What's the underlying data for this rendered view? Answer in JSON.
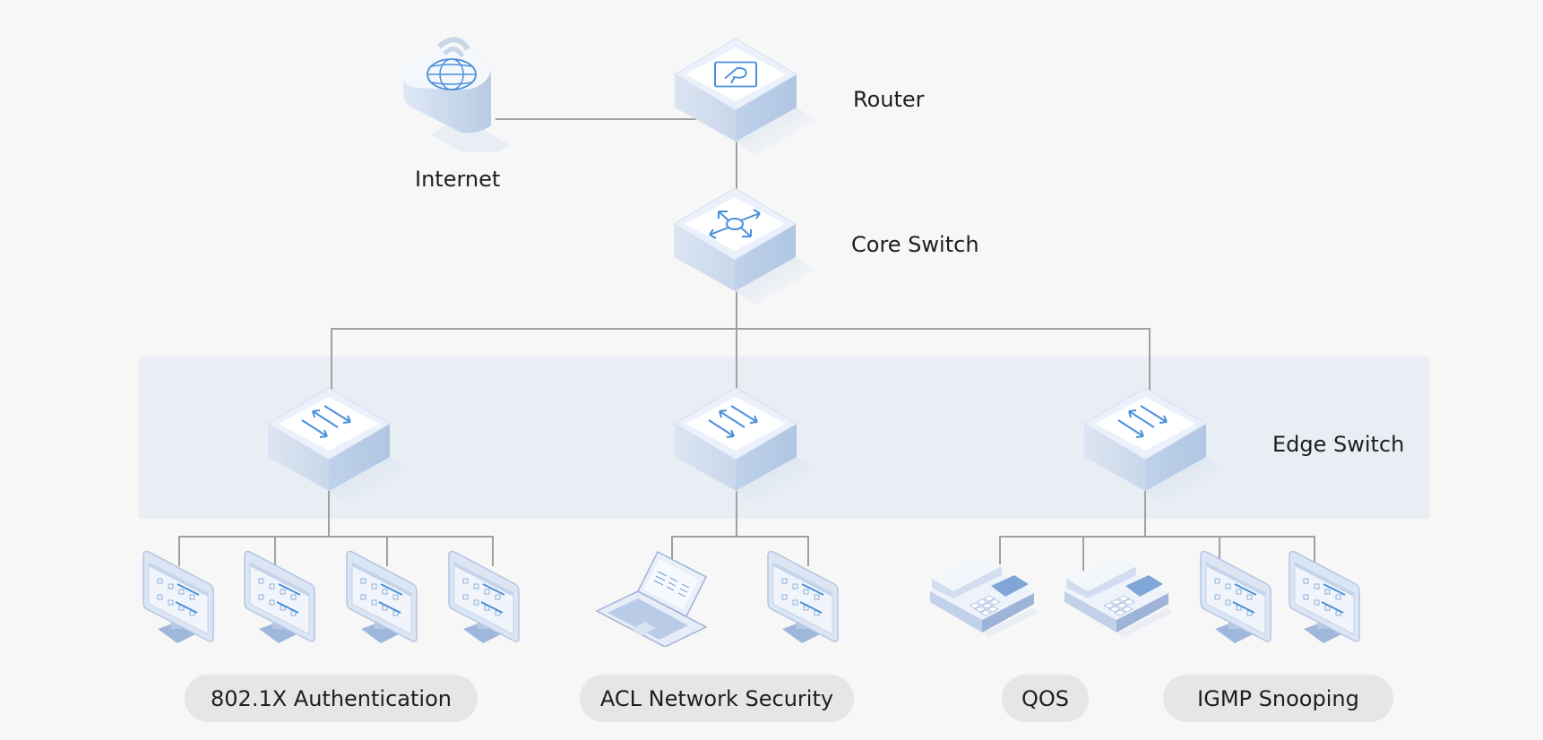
{
  "diagram": {
    "title": "Network topology",
    "nodes": {
      "internet": {
        "label": "Internet",
        "icon": "cloud-globe-icon"
      },
      "router": {
        "label": "Router",
        "icon": "router-icon"
      },
      "core_switch": {
        "label": "Core Switch",
        "icon": "core-switch-icon"
      },
      "edge_switch": {
        "label": "Edge Switch",
        "icon": "edge-switch-icon"
      }
    },
    "edge_switches": [
      {
        "name": "edge-switch-left",
        "endpoints": [
          "desktop",
          "desktop",
          "desktop",
          "desktop"
        ],
        "feature": "802.1X Authentication"
      },
      {
        "name": "edge-switch-center",
        "endpoints": [
          "laptop",
          "desktop"
        ],
        "feature": "ACL Network Security"
      },
      {
        "name": "edge-switch-right",
        "endpoints": [
          "ip-phone",
          "ip-phone",
          "desktop",
          "desktop"
        ],
        "features": [
          "QOS",
          "IGMP Snooping"
        ]
      }
    ],
    "connections": [
      [
        "Internet",
        "Router"
      ],
      [
        "Router",
        "Core Switch"
      ],
      [
        "Core Switch",
        "Edge Switch left"
      ],
      [
        "Core Switch",
        "Edge Switch center"
      ],
      [
        "Core Switch",
        "Edge Switch right"
      ]
    ],
    "colors": {
      "background": "#f7f7f7",
      "edge_band": "#e9eef5",
      "wire": "#a0a0a0",
      "pill": "#e6e6e6",
      "text": "#1e1e1e",
      "accent": "#4a90d9"
    }
  },
  "features": {
    "auth": "802.1X Authentication",
    "acl": "ACL Network Security",
    "qos": "QOS",
    "igmp": "IGMP Snooping"
  }
}
